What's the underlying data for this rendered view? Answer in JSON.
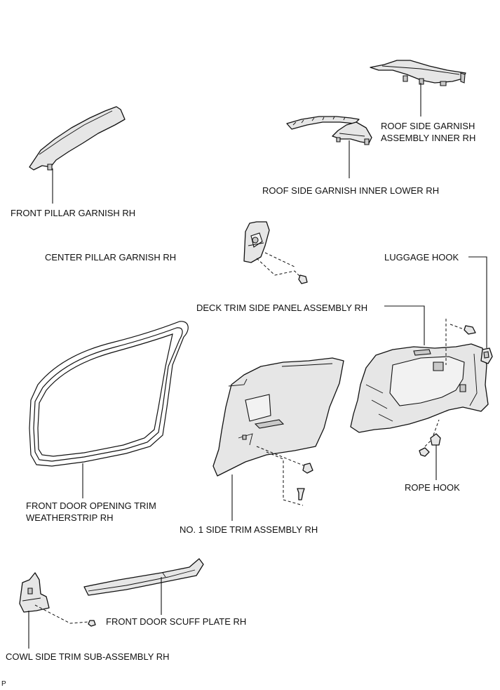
{
  "labels": {
    "front_pillar": "FRONT PILLAR GARNISH RH",
    "roof_inner_1": "ROOF SIDE GARNISH",
    "roof_inner_2": "ASSEMBLY INNER RH",
    "roof_lower": "ROOF SIDE GARNISH INNER LOWER RH",
    "center_pillar": "CENTER PILLAR GARNISH RH",
    "luggage_hook": "LUGGAGE HOOK",
    "deck_trim": "DECK TRIM SIDE PANEL ASSEMBLY RH",
    "door_trim_1": "FRONT DOOR OPENING TRIM",
    "door_trim_2": "WEATHERSTRIP RH",
    "rope_hook": "ROPE HOOK",
    "side_trim": "NO. 1 SIDE TRIM ASSEMBLY RH",
    "scuff_plate": "FRONT DOOR SCUFF PLATE RH",
    "cowl_side": "COWL SIDE TRIM SUB-ASSEMBLY RH",
    "figure_code": "P"
  }
}
